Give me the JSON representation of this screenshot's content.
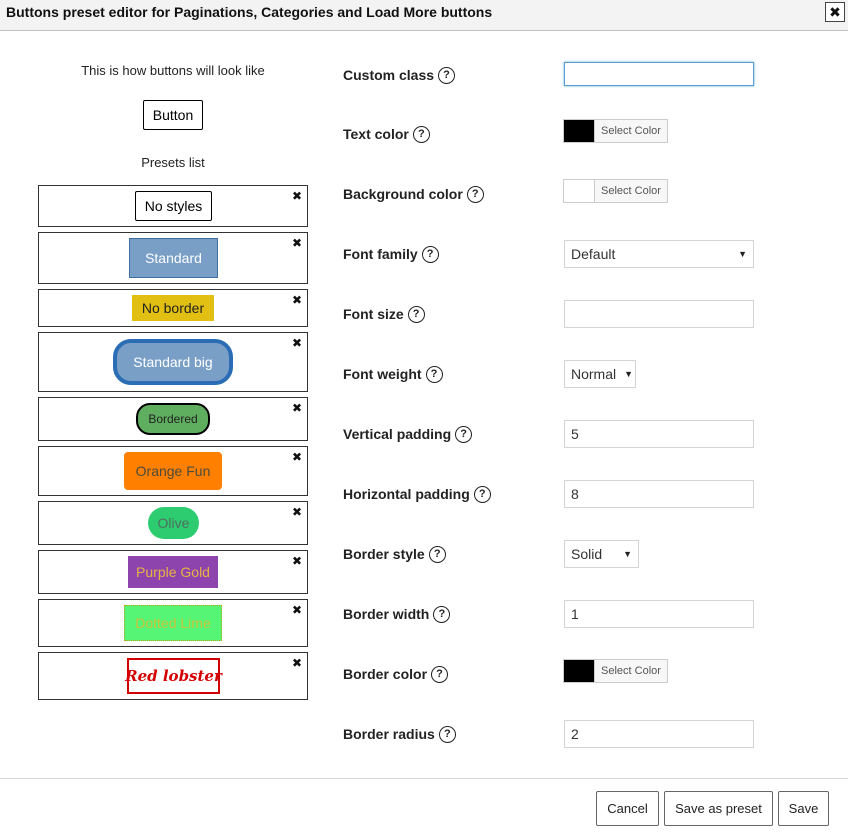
{
  "window": {
    "title": "Buttons preset editor for Paginations, Categories and Load More buttons",
    "close_icon": "close-icon"
  },
  "preview": {
    "label": "This is how buttons will look like",
    "button_label": "Button"
  },
  "presets": {
    "label": "Presets list",
    "delete_glyph": "✖",
    "items": [
      {
        "name": "No styles"
      },
      {
        "name": "Standard"
      },
      {
        "name": "No border"
      },
      {
        "name": "Standard big"
      },
      {
        "name": "Bordered"
      },
      {
        "name": "Orange Fun"
      },
      {
        "name": "Olive"
      },
      {
        "name": "Purple Gold"
      },
      {
        "name": "Dotted Lime"
      },
      {
        "name": "Red lobster"
      }
    ]
  },
  "fields": {
    "custom_class": {
      "label": "Custom class",
      "value": ""
    },
    "text_color": {
      "label": "Text color",
      "color": "#000000",
      "button": "Select Color"
    },
    "background_color": {
      "label": "Background color",
      "color": "#ffffff",
      "button": "Select Color"
    },
    "font_family": {
      "label": "Font family",
      "value": "Default"
    },
    "font_size": {
      "label": "Font size",
      "value": ""
    },
    "font_weight": {
      "label": "Font weight",
      "value": "Normal"
    },
    "vertical_padding": {
      "label": "Vertical padding",
      "value": "5"
    },
    "horizontal_padding": {
      "label": "Horizontal padding",
      "value": "8"
    },
    "border_style": {
      "label": "Border style",
      "value": "Solid"
    },
    "border_width": {
      "label": "Border width",
      "value": "1"
    },
    "border_color": {
      "label": "Border color",
      "color": "#000000",
      "button": "Select Color"
    },
    "border_radius": {
      "label": "Border radius",
      "value": "2"
    }
  },
  "help_glyph": "?",
  "footer": {
    "cancel": "Cancel",
    "save_as_preset": "Save as preset",
    "save": "Save"
  }
}
